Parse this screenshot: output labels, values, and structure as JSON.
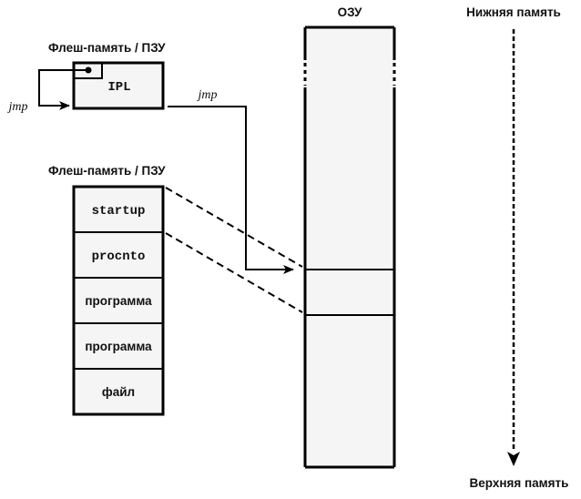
{
  "labels": {
    "flash_rom_top": "Флеш-память / ПЗУ",
    "flash_rom_bottom": "Флеш-память / ПЗУ",
    "ram": "ОЗУ",
    "low_memory": "Нижняя память",
    "high_memory": "Верхняя память",
    "jmp_left": "jmp",
    "jmp_right": "jmp"
  },
  "ipl_block": {
    "label": "IPL"
  },
  "flash_image": {
    "cells": [
      {
        "label": "startup",
        "font": "mono"
      },
      {
        "label": "procnto",
        "font": "mono"
      },
      {
        "label": "программа",
        "font": "sans"
      },
      {
        "label": "программа",
        "font": "sans"
      },
      {
        "label": "файл",
        "font": "sans"
      }
    ]
  },
  "colors": {
    "box_fill": "#f5f5f5",
    "stroke": "#000000"
  }
}
